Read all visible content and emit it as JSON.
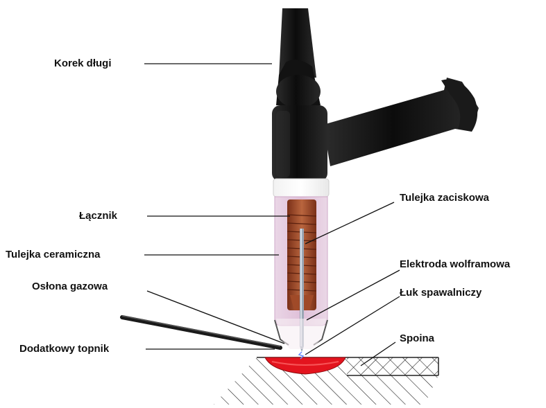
{
  "diagram": {
    "labels": {
      "korek_dlugi": "Korek długi",
      "lacznik": "Łącznik",
      "tulejka_ceramiczna": "Tulejka ceramiczna",
      "oslona_gazowa": "Osłona gazowa",
      "dodatkowy_topnik": "Dodatkowy topnik",
      "tulejka_zaciskowa": "Tulejka zaciskowa",
      "elektroda_wolframowa": "Elektroda wolframowa",
      "luk_spawalniczy": "Łuk spawalniczy",
      "spoina": "Spoina"
    },
    "colors": {
      "torch_body": "#141414",
      "ceramic_cup": "#e3c3dc",
      "copper_collet": "#9c4a2e",
      "weld_pool": "#e3141e",
      "insulator_ring": "#f4f4f4"
    }
  }
}
